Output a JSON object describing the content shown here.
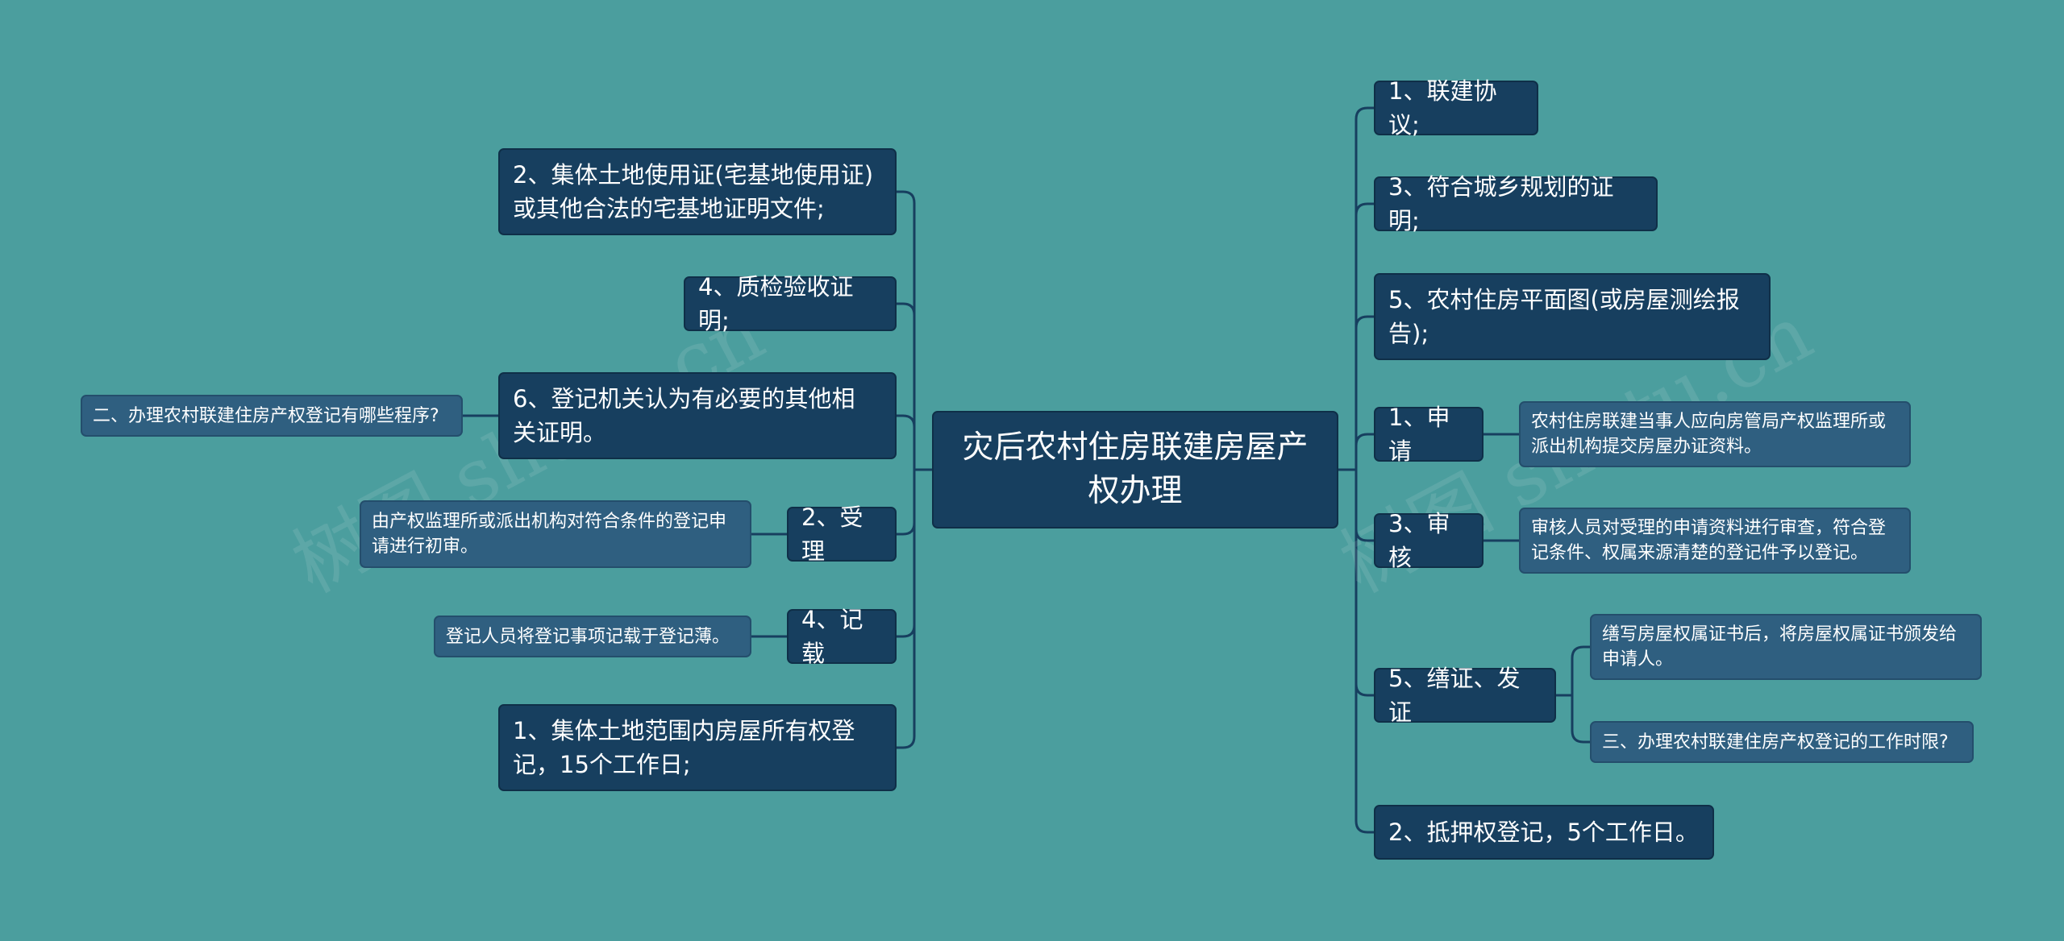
{
  "root": {
    "label": "灾后农村住房联建房屋产\n权办理"
  },
  "left": [
    {
      "label": "2、集体土地使用证(宅基地使用证)\n或其他合法的宅基地证明文件;"
    },
    {
      "label": "4、质检验收证明;"
    },
    {
      "label": "6、登记机关认为有必要的其他相\n关证明。",
      "child": "二、办理农村联建住房产权登记有哪些程序?"
    },
    {
      "label": "2、受理",
      "child": "由产权监理所或派出机构对符合条件的登记申\n请进行初审。"
    },
    {
      "label": "4、记载",
      "child": "登记人员将登记事项记载于登记薄。"
    },
    {
      "label": "1、集体土地范围内房屋所有权登\n记，15个工作日;"
    }
  ],
  "right": [
    {
      "label": "1、联建协议;"
    },
    {
      "label": "3、符合城乡规划的证明;"
    },
    {
      "label": "5、农村住房平面图(或房屋测绘报\n告);"
    },
    {
      "label": "1、申请",
      "child": "农村住房联建当事人应向房管局产权监理所或\n派出机构提交房屋办证资料。"
    },
    {
      "label": "3、审核",
      "child": "审核人员对受理的申请资料进行审查，符合登\n记条件、权属来源清楚的登记件予以登记。"
    },
    {
      "label": "5、缮证、发证",
      "children": [
        "缮写房屋权属证书后，将房屋权属证书颁发给\n申请人。",
        "三、办理农村联建住房产权登记的工作时限?"
      ]
    },
    {
      "label": "2、抵押权登记，5个工作日。"
    }
  ],
  "watermark": "树图 shutu.cn",
  "colors": {
    "background": "#4b9e9e",
    "node": "#173f5f",
    "leaf": "#2f5f80",
    "line": "#173f5f"
  }
}
